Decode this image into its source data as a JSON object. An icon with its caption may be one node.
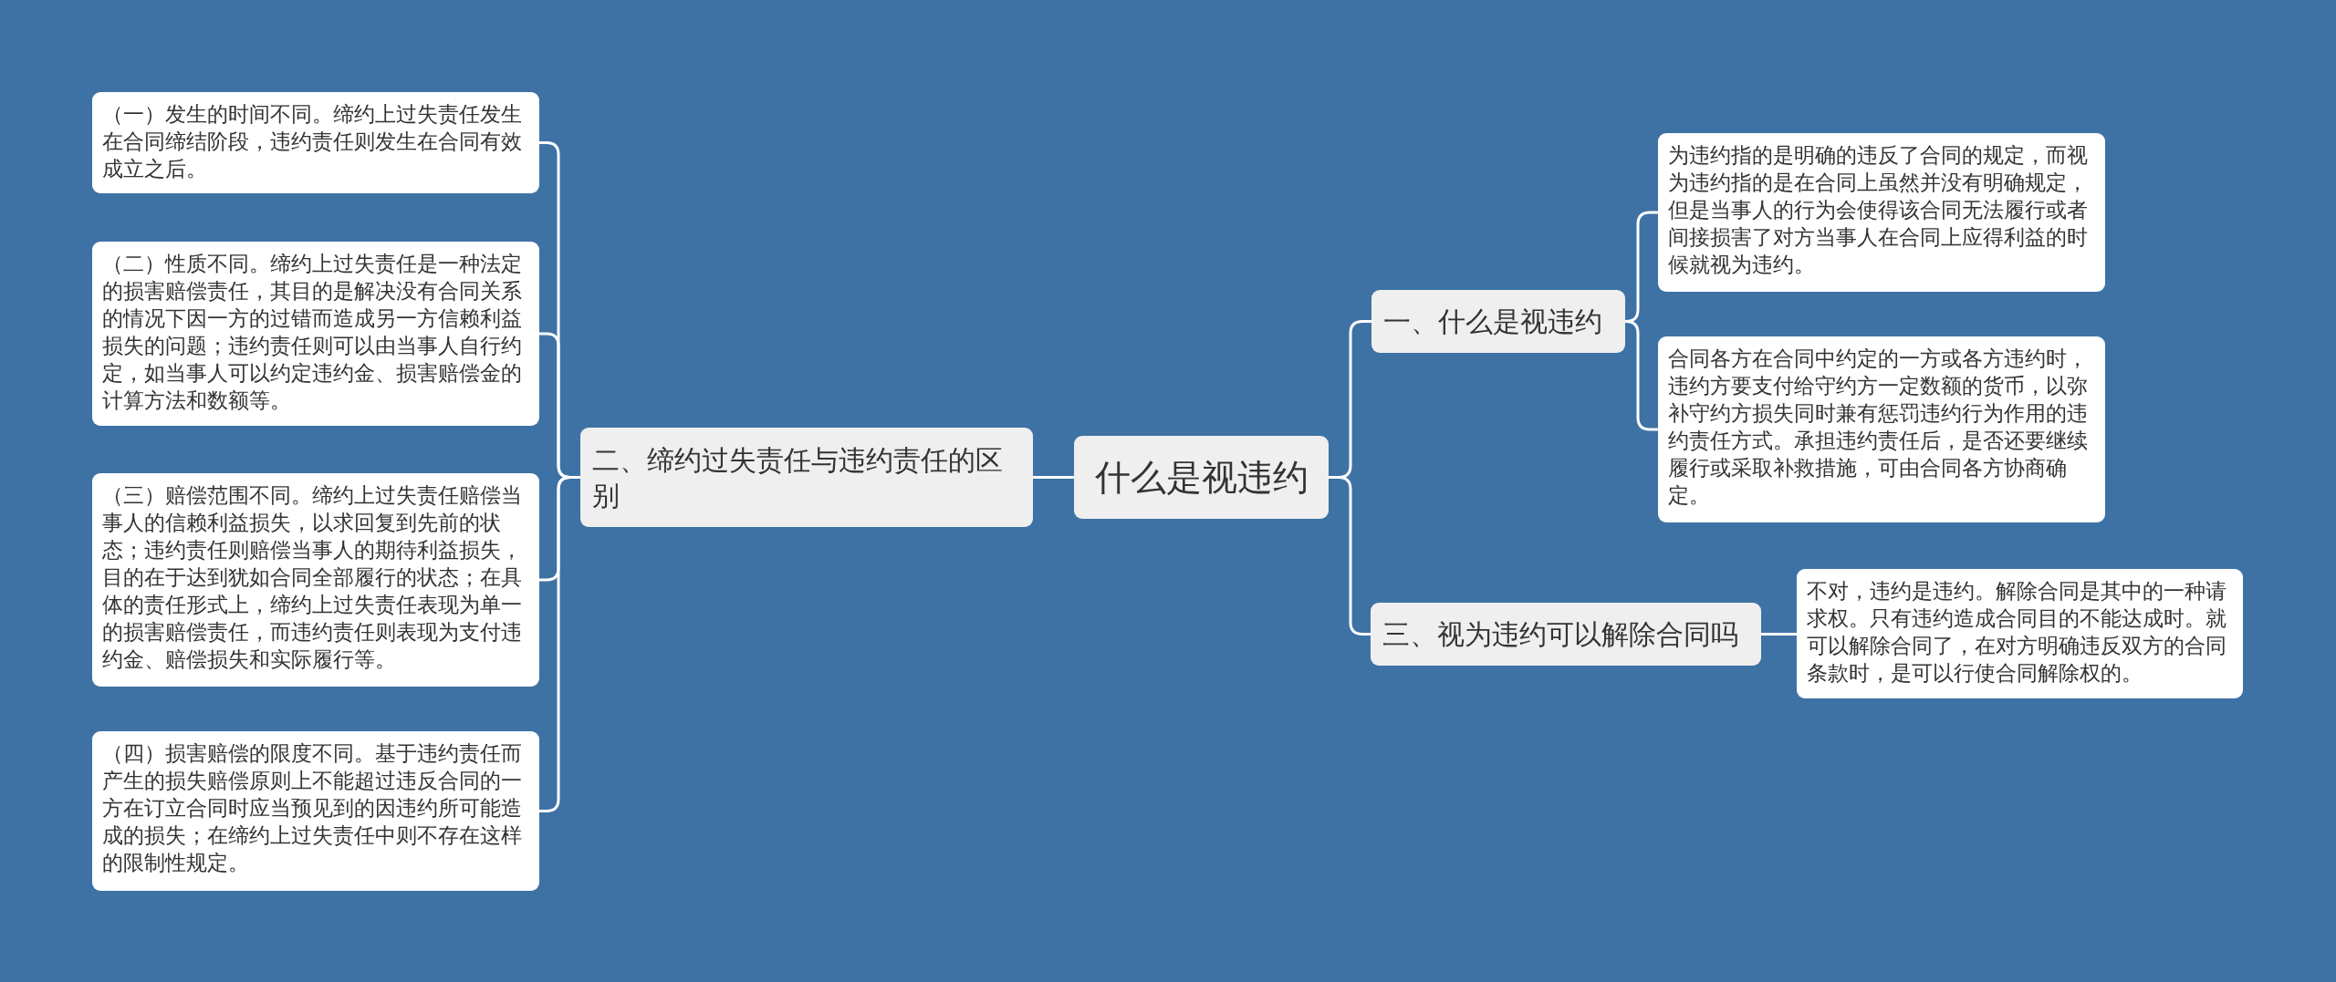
{
  "diagram": {
    "nodes": [
      {
        "text": [
          "什么是视违约"
        ]
      },
      {
        "text": [
          "二、缔约过失责任与违约责任的区别"
        ]
      },
      {
        "text": [
          "（一）发生的时间不同。缔约上过失责任发生在合同缔结阶段，违约责任则发生在合同有效成立之后。"
        ]
      },
      {
        "text": [
          "（二）性质不同。缔约上过失责任是一种法定的损害赔偿责任，其目的是解决没有合同关系的情况下因一方的过错而造成另一方信赖利益损失的问题；违约责任则可以由当事人自行约定，如当事人可以约定违约金、损害赔偿金的计算方法和数额等。"
        ]
      },
      {
        "text": [
          "（三）赔偿范围不同。缔约上过失责任赔偿当事人的信赖利益损失，以求回复到先前的状态；违约责任则赔偿当事人的期待利益损失，目的在于达到犹如合同全部履行的状态；在具体的责任形式上，缔约上过失责任表现为单一的损害赔偿责任，而违约责任则表现为支付违约金、赔偿损失和实际履行等。"
        ]
      },
      {
        "text": [
          "（四）损害赔偿的限度不同。基于违约责任而产生的损失赔偿原则上不能超过违反合同的一方在订立合同时应当预见到的因违约所可能造成的损失；在缔约上过失责任中则不存在这样的限制性规定。"
        ]
      },
      {
        "text": [
          "一、什么是视违约"
        ]
      },
      {
        "text": [
          "为违约指的是明确的违反了合同的规定，而视为违约指的是在合同上虽然并没有明确规定，但是当事人的行为会使得该合同无法履行或者间接损害了对方当事人在合同上应得利益的时候就视为违约。"
        ]
      },
      {
        "text": [
          "合同各方在合同中约定的一方或各方违约时，违约方要支付给守约方一定数额的货币，以弥补守约方损失同时兼有惩罚违约行为作用的违约责任方式。承担违约责任后，是否还要继续履行或采取补救措施，可由合同各方协商确定。"
        ]
      },
      {
        "text": [
          "三、视为违约可以解除合同吗"
        ]
      },
      {
        "text": [
          "不对，违约是违约。解除合同是其中的一种请求权。只有违约造成合同目的不能达成时。就可以解除合同了，在对方明确违反双方的合同条款时，是可以行使合同解除权的。"
        ]
      }
    ],
    "edges": [
      {
        "from": 0,
        "to": 1,
        "arrow": "none"
      },
      {
        "from": 1,
        "to": 2,
        "arrow": "none"
      },
      {
        "from": 1,
        "to": 3,
        "arrow": "none"
      },
      {
        "from": 1,
        "to": 4,
        "arrow": "none"
      },
      {
        "from": 1,
        "to": 5,
        "arrow": "none"
      },
      {
        "from": 0,
        "to": 6,
        "arrow": "none"
      },
      {
        "from": 6,
        "to": 7,
        "arrow": "none"
      },
      {
        "from": 6,
        "to": 8,
        "arrow": "none"
      },
      {
        "from": 0,
        "to": 9,
        "arrow": "none"
      },
      {
        "from": 9,
        "to": 10,
        "arrow": "none"
      }
    ]
  }
}
